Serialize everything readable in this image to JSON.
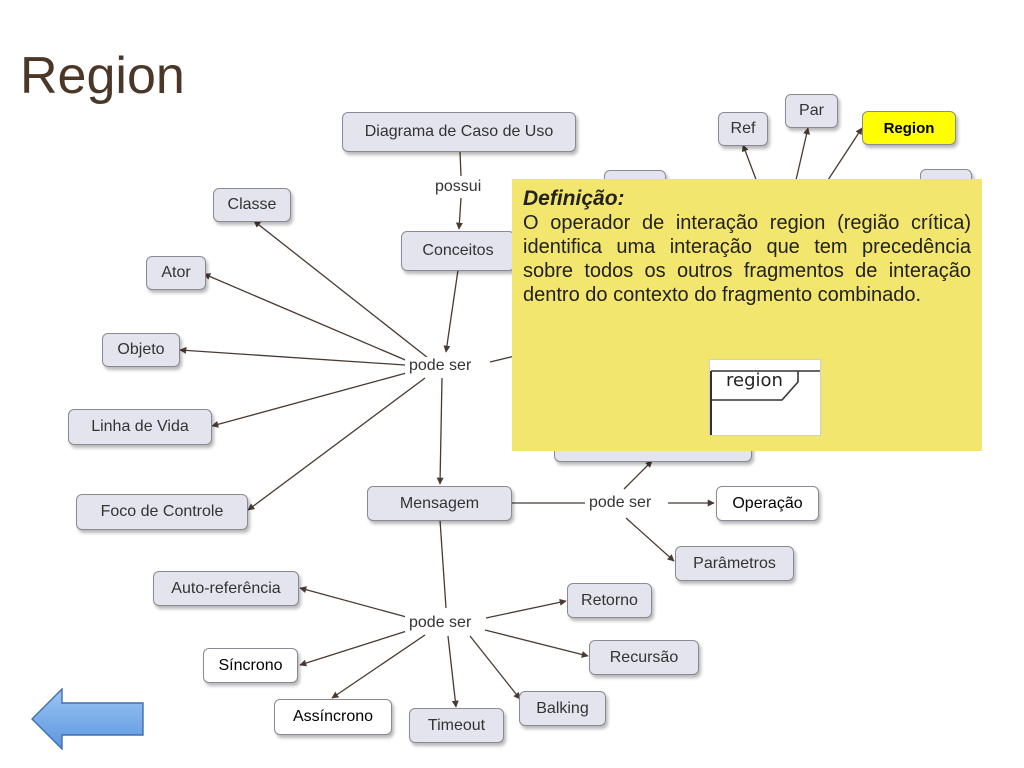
{
  "slide": {
    "title": "Region"
  },
  "nodes": {
    "diagrama": "Diagrama de Caso de Uso",
    "classe": "Classe",
    "ator": "Ator",
    "objeto": "Objeto",
    "linha_de_vida": "Linha de Vida",
    "foco_de_controle": "Foco de Controle",
    "conceitos": "Conceitos",
    "mensagem": "Mensagem",
    "operacao": "Operação",
    "parametros": "Parâmetros",
    "auto_referencia": "Auto-referência",
    "sincrono": "Síncrono",
    "assincrono": "Assíncrono",
    "timeout": "Timeout",
    "balking": "Balking",
    "recursao": "Recursão",
    "retorno": "Retorno",
    "ref": "Ref",
    "par": "Par",
    "region": "Region"
  },
  "links": {
    "possui": "possui",
    "pode_ser_1": "pode ser",
    "pode_ser_2": "pode ser",
    "pode_ser_3": "pode ser"
  },
  "popup": {
    "heading": "Definição:",
    "body": "O operador de interação region (região crítica) identifica uma interação que tem precedência sobre todos os outros fragmentos de interação dentro do contexto do fragmento combinado.",
    "figure_label": "region"
  },
  "colors": {
    "node_fill": "#e4e4ee",
    "highlight": "#ffff00",
    "popup_fill": "#f2e66e",
    "nav_arrow": "#6fa8e8",
    "edge": "#4a3a30"
  },
  "icons": {
    "back": "left-arrow-icon"
  }
}
